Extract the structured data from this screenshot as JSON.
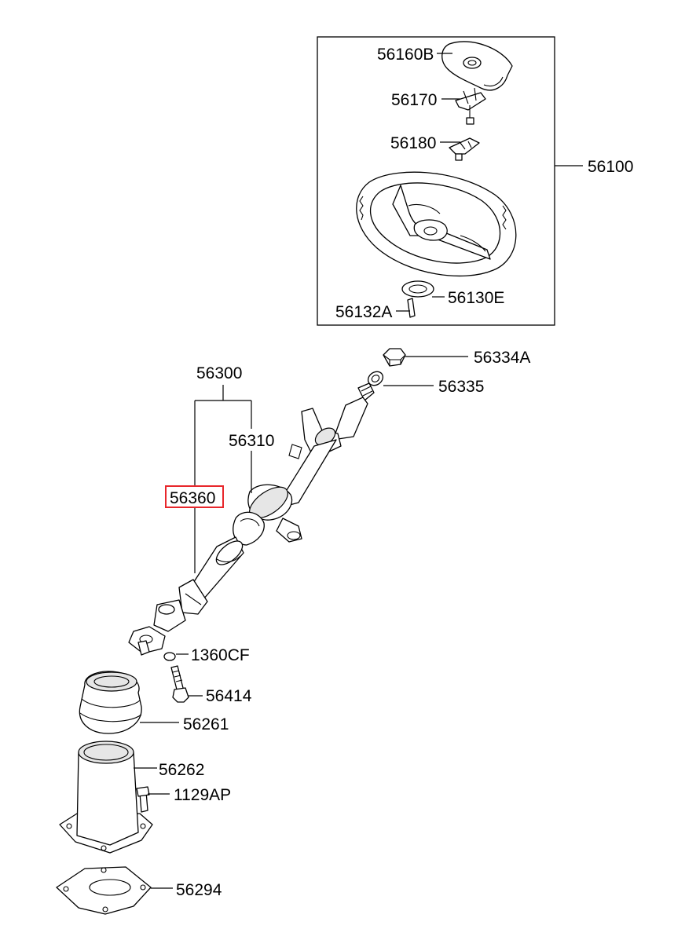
{
  "labels": {
    "p56160B": "56160B",
    "p56170": "56170",
    "p56180": "56180",
    "p56100": "56100",
    "p56130E": "56130E",
    "p56132A": "56132A",
    "p56334A": "56334A",
    "p56335": "56335",
    "p56300": "56300",
    "p56310": "56310",
    "p56360": "56360",
    "p1360CF": "1360CF",
    "p56414": "56414",
    "p56261": "56261",
    "p56262": "56262",
    "p1129AP": "1129AP",
    "p56294": "56294"
  },
  "highlight": {
    "part": "56360",
    "color": "#e8262b"
  }
}
